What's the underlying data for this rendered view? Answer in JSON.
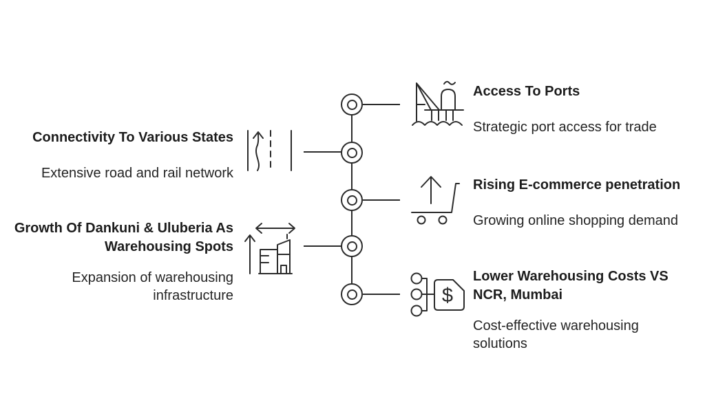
{
  "page": {
    "background": "#ffffff",
    "line_color": "#2b2b2b",
    "text_color": "#1f1f1f"
  },
  "timeline": {
    "node_count": 5,
    "orientation": "vertical"
  },
  "items": [
    {
      "id": "ports",
      "side": "right",
      "title": "Access To Ports",
      "subtitle": "Strategic port access for trade",
      "icon": "port-crane-icon"
    },
    {
      "id": "connectivity",
      "side": "left",
      "title": "Connectivity To Various States",
      "subtitle": "Extensive road and rail network",
      "icon": "road-lanes-icon"
    },
    {
      "id": "ecommerce",
      "side": "right",
      "title": "Rising E-commerce penetration",
      "subtitle": "Growing online shopping demand",
      "icon": "cart-up-arrow-icon"
    },
    {
      "id": "warehousing-growth",
      "side": "left",
      "title": "Growth Of Dankuni & Uluberia As\nWarehousing Spots",
      "subtitle": "Expansion of warehousing\ninfrastructure",
      "icon": "building-expansion-icon"
    },
    {
      "id": "costs",
      "side": "right",
      "title": "Lower Warehousing Costs VS\nNCR, Mumbai",
      "subtitle": "Cost-effective warehousing\nsolutions",
      "icon": "price-tag-icon"
    }
  ],
  "icons": {
    "tag_symbol": "$"
  }
}
